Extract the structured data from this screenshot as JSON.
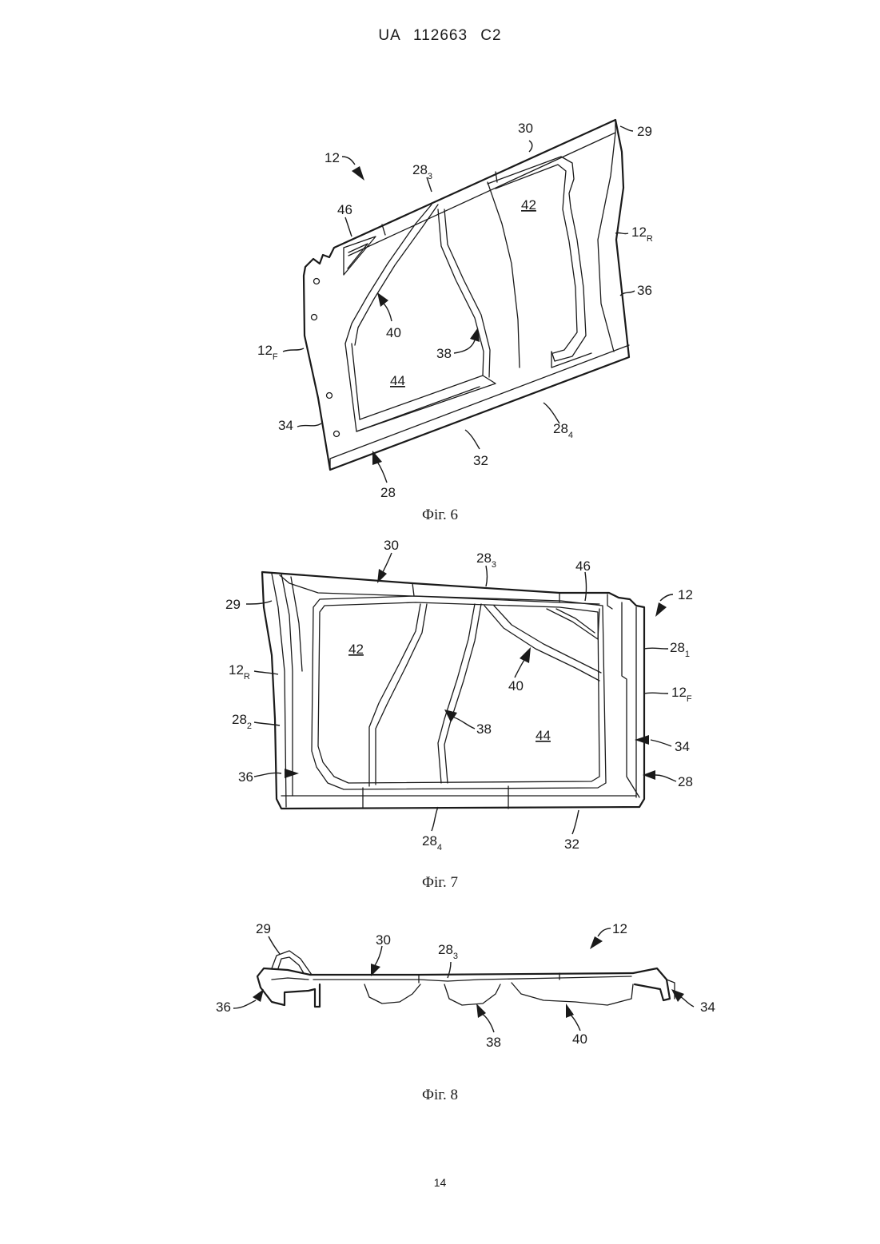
{
  "header": {
    "text": "UA   112663   C2"
  },
  "page_number": "14",
  "figures": {
    "fig6": {
      "caption": "Фіг. 6",
      "labels": {
        "l12": "12",
        "l30": "30",
        "l29": "29",
        "l28_3": "28",
        "l28_3_sub": "3",
        "l46": "46",
        "l42": "42",
        "l12R": "12",
        "l12R_sub": "R",
        "l36": "36",
        "l40": "40",
        "l38": "38",
        "l12F": "12",
        "l12F_sub": "F",
        "l44": "44",
        "l34": "34",
        "l28_4": "28",
        "l28_4_sub": "4",
        "l32": "32",
        "l28": "28"
      }
    },
    "fig7": {
      "caption": "Фіг. 7",
      "labels": {
        "l30": "30",
        "l28_3": "28",
        "l28_3_sub": "3",
        "l46": "46",
        "l12": "12",
        "l29": "29",
        "l42": "42",
        "l28_1": "28",
        "l28_1_sub": "1",
        "l12R": "12",
        "l12R_sub": "R",
        "l40": "40",
        "l12F": "12",
        "l12F_sub": "F",
        "l28_2": "28",
        "l28_2_sub": "2",
        "l38": "38",
        "l44": "44",
        "l34": "34",
        "l36": "36",
        "l28": "28",
        "l28_4": "28",
        "l28_4_sub": "4",
        "l32": "32"
      }
    },
    "fig8": {
      "caption": "Фіг. 8",
      "labels": {
        "l29": "29",
        "l30": "30",
        "l28_3": "28",
        "l28_3_sub": "3",
        "l12": "12",
        "l36": "36",
        "l34": "34",
        "l38": "38",
        "l40": "40"
      }
    }
  }
}
